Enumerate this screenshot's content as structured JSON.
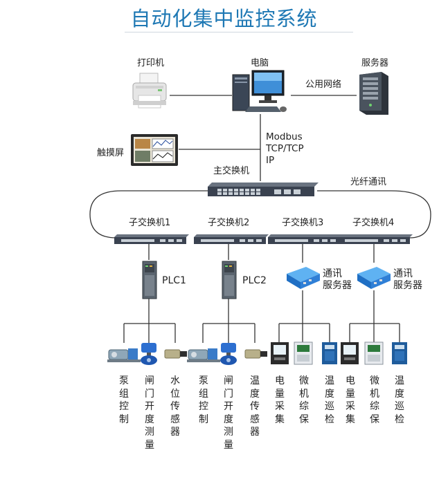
{
  "title": "自动化集中监控系统",
  "top": {
    "printer": "打印机",
    "computer": "电脑",
    "server": "服务器",
    "public_network": "公用网络",
    "touchscreen": "触摸屏",
    "protocol": [
      "Modbus",
      "TCP/TCP",
      "IP"
    ],
    "main_switch": "主交换机",
    "fiber": "光纤通讯"
  },
  "sub_switches": [
    "子交换机1",
    "子交换机2",
    "子交换机3",
    "子交换机4"
  ],
  "controllers": [
    "PLC1",
    "PLC2",
    "通讯\n服务器",
    "通讯\n服务器"
  ],
  "field_devices": [
    "泵组控制",
    "闸门开度测量",
    "水位传感器",
    "泵组控制",
    "闸门开度测量",
    "温度传感器",
    "电量采集",
    "微机综保",
    "温度巡检",
    "电量采集",
    "微机综保",
    "温度巡检"
  ],
  "colors": {
    "title": "#1e78b4",
    "line": "#333333",
    "switch": "#3a4250",
    "comm_server": "#2f7fd6"
  }
}
